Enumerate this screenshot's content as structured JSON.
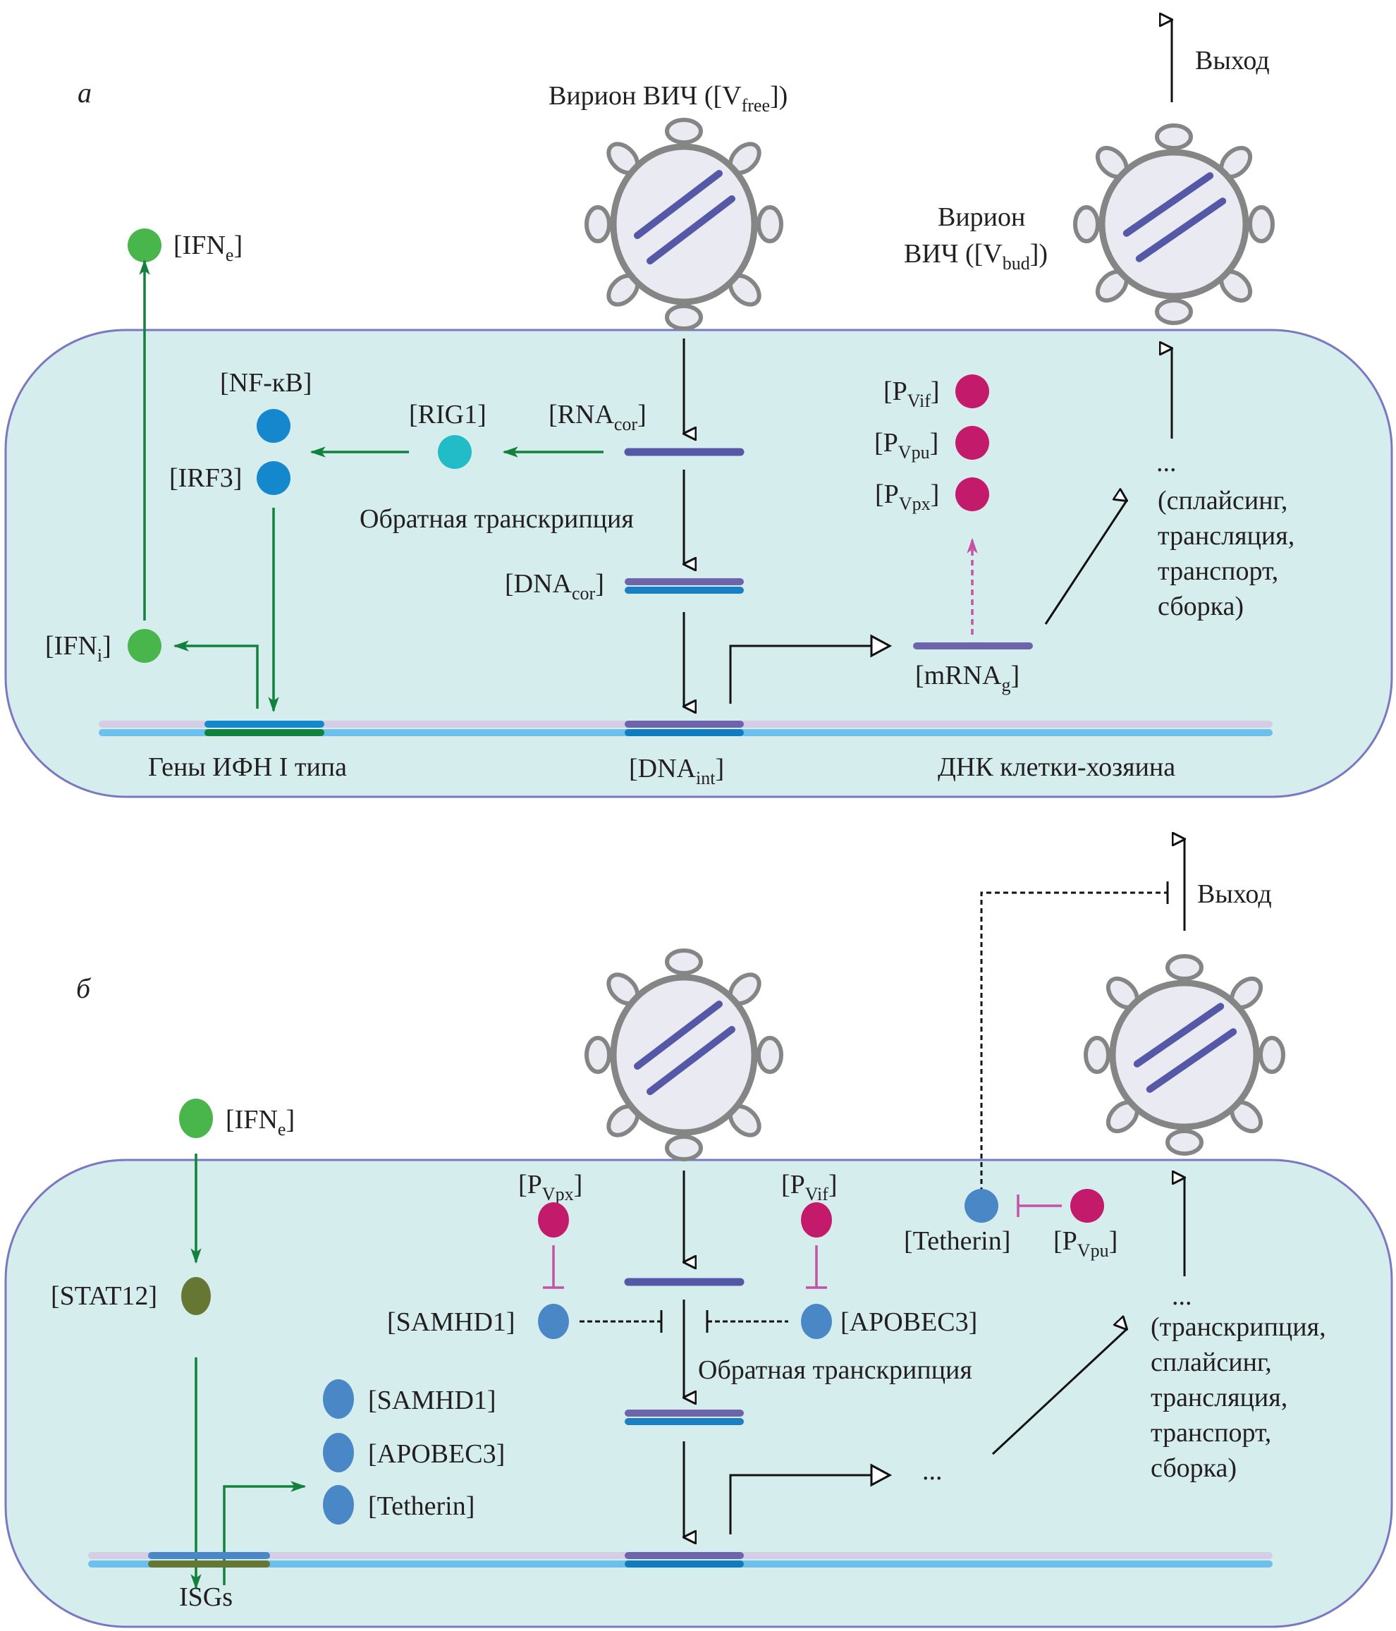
{
  "colors": {
    "cell_fill": "#d6edee",
    "cell_stroke": "#7a78c0",
    "virion_stroke": "#858585",
    "virion_fill": "#eaeaf3",
    "rna": "#5458a6",
    "dna_top": "#6e64ac",
    "dna_bottom": "#1a7fc4",
    "host_top": "#d5cce6",
    "host_bottom": "#6cc1ec",
    "green": "#48b64b",
    "green_arrow": "#12813b",
    "blue": "#1587cd",
    "cyan": "#22bcc9",
    "magenta": "#c41a6c",
    "inhibit": "#c453a3",
    "steelblue": "#4a87c7",
    "olive": "#667733",
    "black": "#111111"
  },
  "panel_a": {
    "label": "а",
    "virion_free": {
      "text": "Вирион ВИЧ ([V",
      "sub": "free",
      "tail": "])"
    },
    "virion_bud": {
      "line1": "Вирион",
      "line2": "ВИЧ ([V",
      "sub": "bud",
      "tail": "])"
    },
    "exit": "Выход",
    "ifn_e": {
      "text": "[IFN",
      "sub": "e",
      "tail": "]"
    },
    "ifn_i": {
      "text": "[IFN",
      "sub": "i",
      "tail": "]"
    },
    "nfkb": "[NF-кB]",
    "irf3": "[IRF3]",
    "rig1": "[RIG1]",
    "rna_cor": {
      "text": "[RNA",
      "sub": "cor",
      "tail": "]"
    },
    "reverse_transcription": "Обратная транскрипция",
    "dna_cor": {
      "text": "[DNA",
      "sub": "cor",
      "tail": "]"
    },
    "dna_int": {
      "text": "[DNA",
      "sub": "int",
      "tail": "]"
    },
    "mrna_g": {
      "text": "[mRNA",
      "sub": "g",
      "tail": "]"
    },
    "p_vif": {
      "text": "[P",
      "sub": "Vif",
      "tail": "]"
    },
    "p_vpu": {
      "text": "[P",
      "sub": "Vpu",
      "tail": "]"
    },
    "p_vpx": {
      "text": "[P",
      "sub": "Vpx",
      "tail": "]"
    },
    "ellipsis": "...",
    "process_lines": [
      "(сплайсинг,",
      "трансляция,",
      "транспорт,",
      "сборка)"
    ],
    "ifn_genes": "Гены ИФН I типа",
    "host_dna": "ДНК клетки-хозяина"
  },
  "panel_b": {
    "label": "б",
    "exit": "Выход",
    "ifn_e": {
      "text": "[IFN",
      "sub": "e",
      "tail": "]"
    },
    "stat12": "[STAT12]",
    "p_vpx": {
      "text": "[P",
      "sub": "Vpx",
      "tail": "]"
    },
    "p_vif": {
      "text": "[P",
      "sub": "Vif",
      "tail": "]"
    },
    "p_vpu": {
      "text": "[P",
      "sub": "Vpu",
      "tail": "]"
    },
    "tetherin_top": "[Tetherin]",
    "samhd1_inhibitor": "[SAMHD1]",
    "apobec3_inhibitor": "[APOBEC3]",
    "reverse_transcription": "Обратная транскрипция",
    "isg_products": [
      "[SAMHD1]",
      "[APOBEC3]",
      "[Tetherin]"
    ],
    "ellipsis_mid": "...",
    "ellipsis_right": "...",
    "process_lines": [
      "(транскрипция,",
      "сплайсинг,",
      "трансляция,",
      "транспорт,",
      "сборка)"
    ],
    "isgs": "ISGs"
  }
}
